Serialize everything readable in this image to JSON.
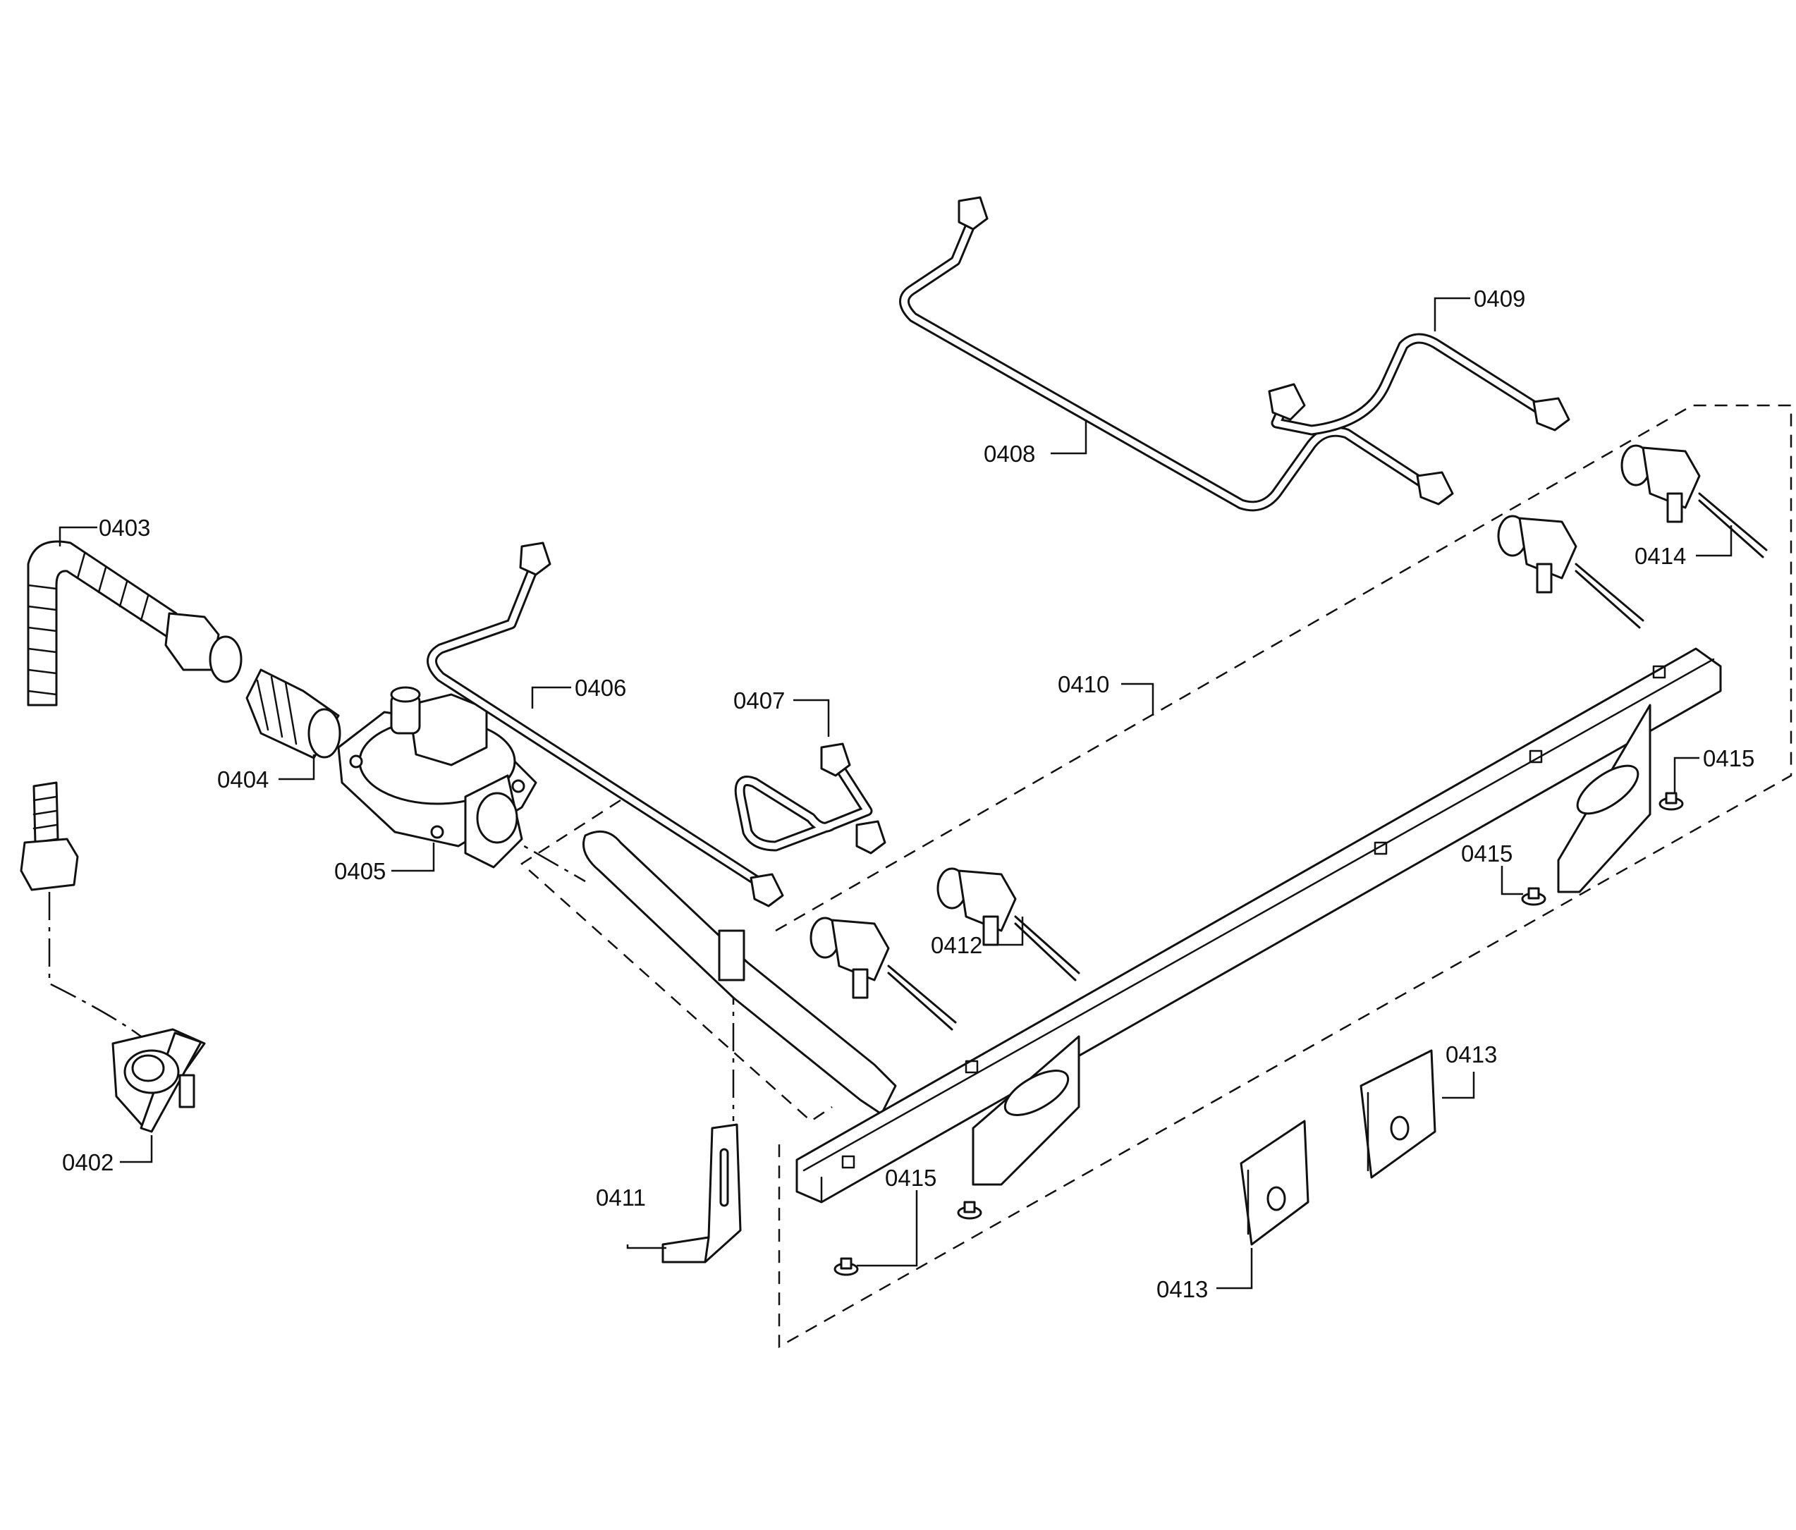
{
  "diagram": {
    "callouts": [
      {
        "id": "c0402",
        "text": "0402"
      },
      {
        "id": "c0403",
        "text": "0403"
      },
      {
        "id": "c0404",
        "text": "0404"
      },
      {
        "id": "c0405",
        "text": "0405"
      },
      {
        "id": "c0406",
        "text": "0406"
      },
      {
        "id": "c0407",
        "text": "0407"
      },
      {
        "id": "c0408",
        "text": "0408"
      },
      {
        "id": "c0409",
        "text": "0409"
      },
      {
        "id": "c0410",
        "text": "0410"
      },
      {
        "id": "c0411",
        "text": "0411"
      },
      {
        "id": "c0412",
        "text": "0412"
      },
      {
        "id": "c0413a",
        "text": "0413"
      },
      {
        "id": "c0413b",
        "text": "0413"
      },
      {
        "id": "c0414",
        "text": "0414"
      },
      {
        "id": "c0415a",
        "text": "0415"
      },
      {
        "id": "c0415b",
        "text": "0415"
      },
      {
        "id": "c0415c",
        "text": "0415"
      }
    ]
  }
}
